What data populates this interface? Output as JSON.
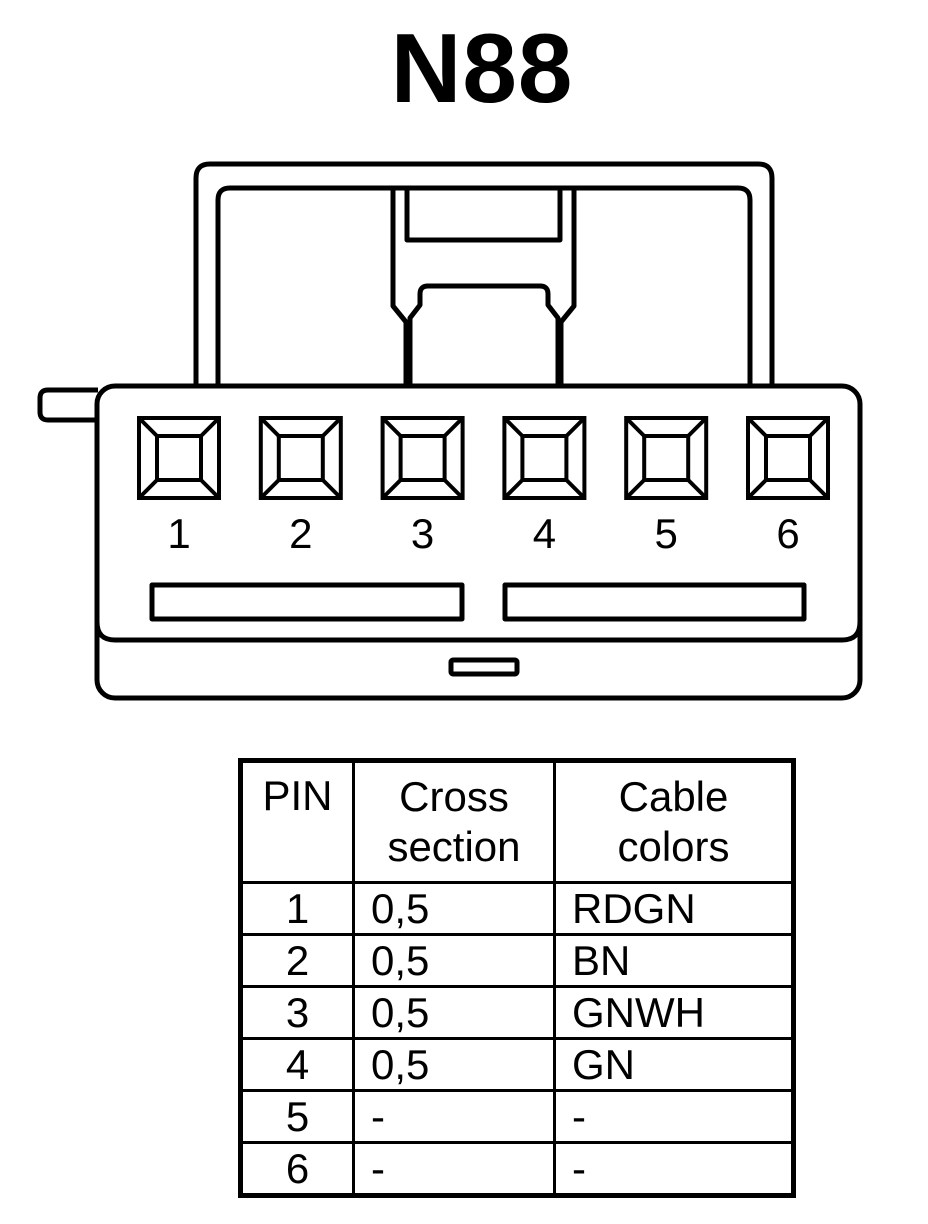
{
  "diagram": {
    "title": "N88",
    "pins": [
      "1",
      "2",
      "3",
      "4",
      "5",
      "6"
    ]
  },
  "table": {
    "headers": {
      "pin": "PIN",
      "cross_section": [
        "Cross",
        "section"
      ],
      "cable_colors": [
        "Cable",
        "colors"
      ]
    },
    "rows": [
      {
        "pin": "1",
        "cross_section": "0,5",
        "color": "RDGN"
      },
      {
        "pin": "2",
        "cross_section": "0,5",
        "color": "BN"
      },
      {
        "pin": "3",
        "cross_section": "0,5",
        "color": "GNWH"
      },
      {
        "pin": "4",
        "cross_section": "0,5",
        "color": "GN"
      },
      {
        "pin": "5",
        "cross_section": "-",
        "color": "-"
      },
      {
        "pin": "6",
        "cross_section": "-",
        "color": "-"
      }
    ]
  }
}
